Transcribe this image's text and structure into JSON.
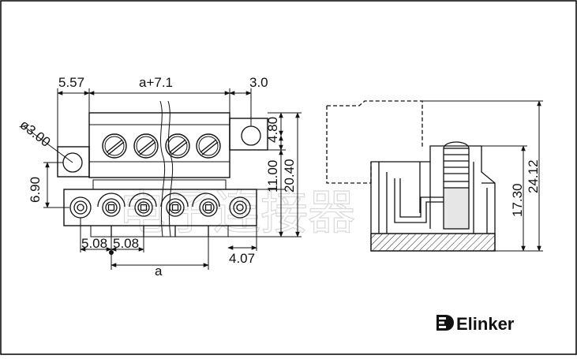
{
  "diagram": {
    "dimensions": {
      "d_5_57": "5.57",
      "d_a_plus": "a+7.1",
      "d_3_0": "3.0",
      "d_dia": "ø3.00",
      "d_4_80": "4.80",
      "d_6_90": "6.90",
      "d_11_00": "11.00",
      "d_20_40": "20.40",
      "d_5_08a": "5.08",
      "d_5_08b": "5.08",
      "d_a": "a",
      "d_4_07": "4.07",
      "d_17_30": "17.30",
      "d_24_12": "24.12"
    },
    "pin_count": 4
  },
  "brand": {
    "name": "Elinker",
    "color": "#111111"
  },
  "watermark": {
    "text": "电子连接器"
  }
}
